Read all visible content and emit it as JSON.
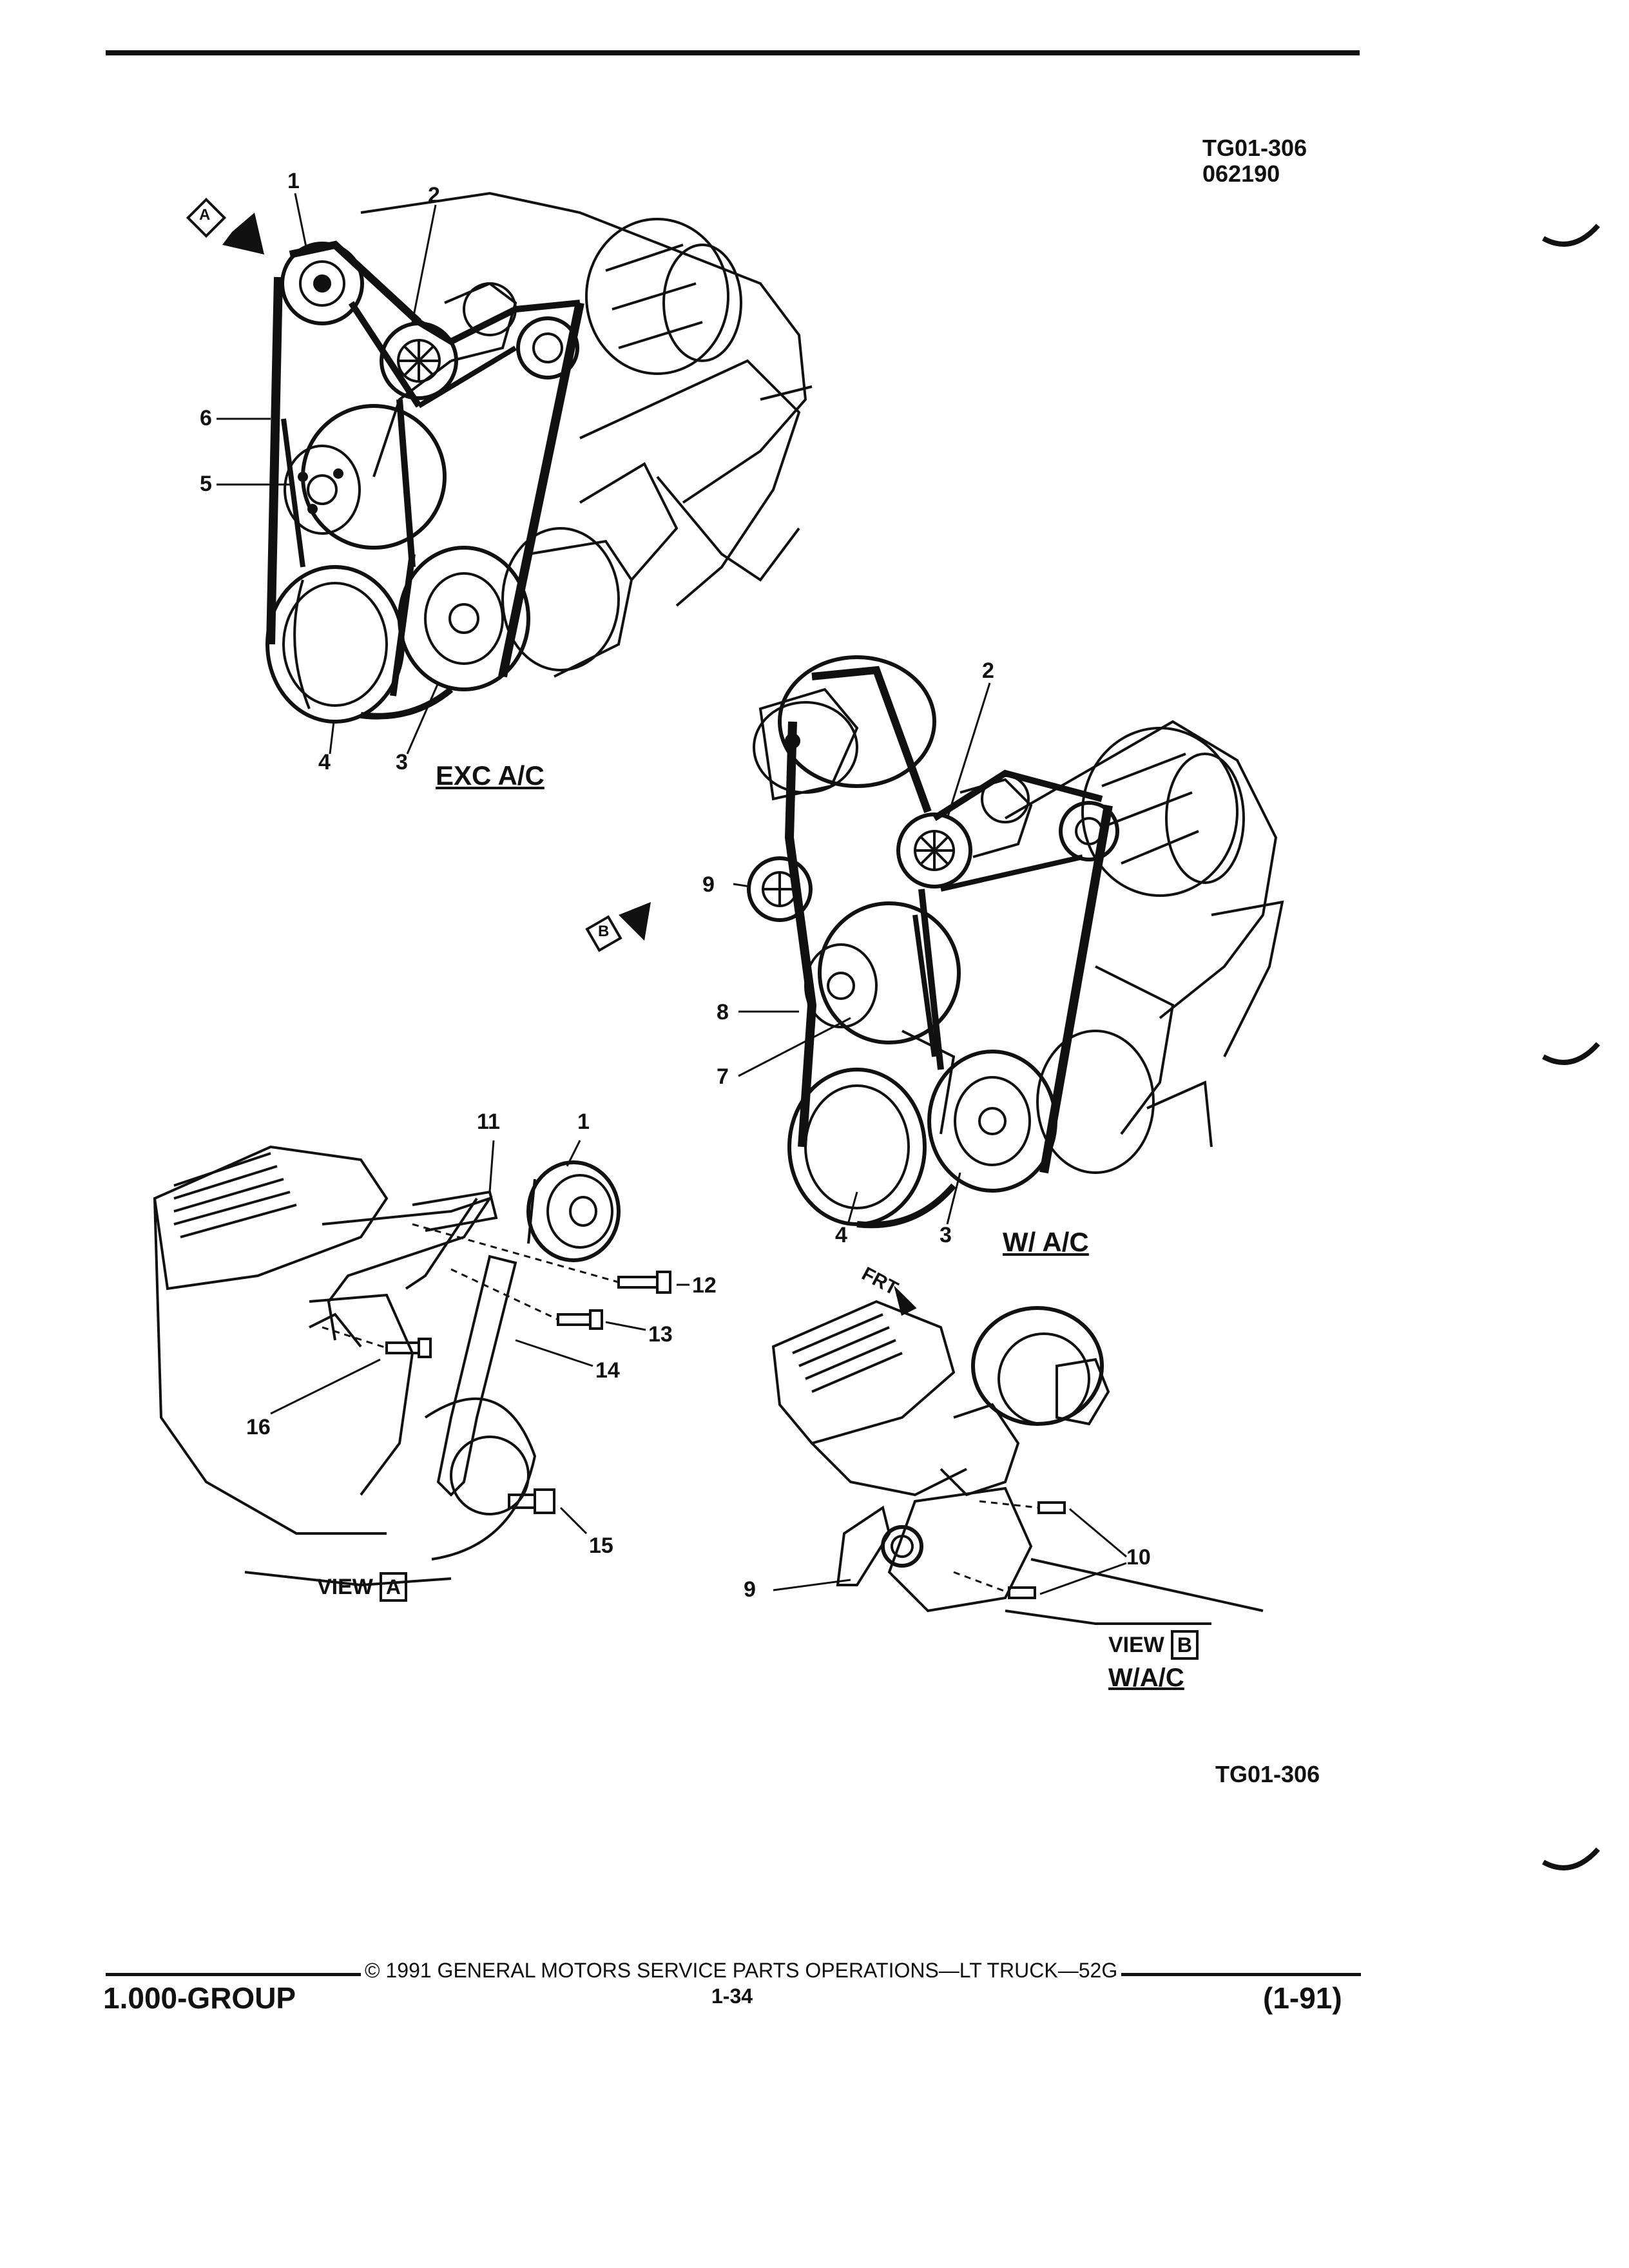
{
  "header": {
    "figure_code": "TG01-306",
    "date_code": "062190"
  },
  "view_a_top": {
    "callouts": [
      "1",
      "2",
      "6",
      "5",
      "4",
      "3"
    ],
    "caption": "EXC A/C",
    "view_marker": "A"
  },
  "view_b_top": {
    "callouts": [
      "2",
      "9",
      "8",
      "7",
      "4",
      "3"
    ],
    "caption": "W/ A/C",
    "view_marker": "B"
  },
  "detail_a": {
    "callouts": [
      "11",
      "1",
      "12",
      "13",
      "14",
      "16",
      "15"
    ],
    "view_label": "VIEW",
    "view_letter": "A"
  },
  "detail_b": {
    "front_label": "FRT",
    "callouts": [
      "10",
      "9"
    ],
    "view_label": "VIEW",
    "view_letter": "B",
    "caption": "W/A/C"
  },
  "figure_code_bottom": "TG01-306",
  "footer": {
    "copyright": "© 1991  GENERAL MOTORS SERVICE PARTS OPERATIONS—LT TRUCK—52G",
    "group": "1.000-GROUP",
    "page": "1-34",
    "revision": "(1-91)"
  }
}
